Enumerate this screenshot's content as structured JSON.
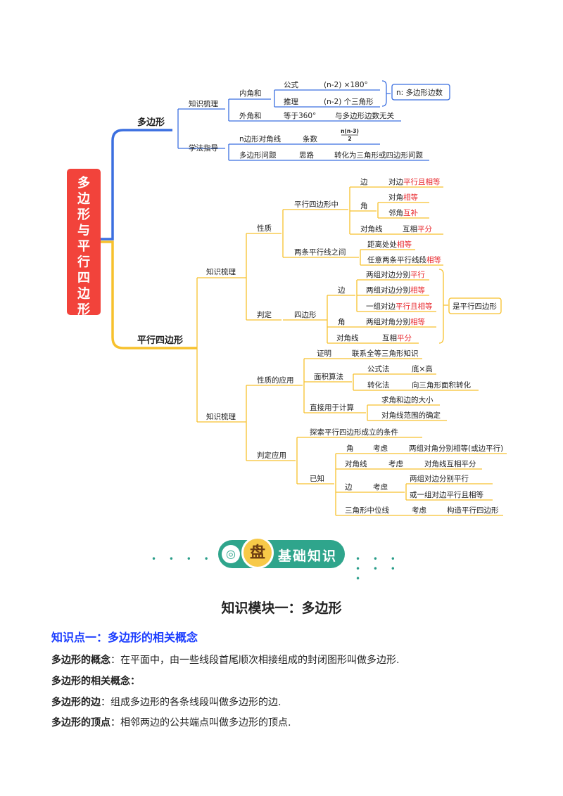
{
  "mindmap": {
    "root": "多边形与平行四边形",
    "polygon": {
      "title": "多边形",
      "knowledge": "知识梳理",
      "interior": "内角和",
      "formula": "公式",
      "formula_value": "(n-2) ×180°",
      "derive": "推理",
      "derive_value": "(n-2) 个三角形",
      "n_note": "n: 多边形边数",
      "exterior": "外角和",
      "exterior_eq": "等于360°",
      "exterior_note": "与多边形边数无关",
      "method": "学法指导",
      "diag": "n边形对角线",
      "count": "条数",
      "frac_num": "n(n-3)",
      "frac_den": "2",
      "problem": "多边形问题",
      "idea": "思路",
      "idea_value": "转化为三角形或四边形问题"
    },
    "parallelogram": {
      "title": "平行四边形",
      "knowledge1": "知识梳理",
      "property": "性质",
      "in_pg": "平行四边形中",
      "side": "边",
      "side_val_a": "对边",
      "side_val_b": "平行且",
      "side_val_c": "相等",
      "angle": "角",
      "opp_angle_a": "对角",
      "opp_angle_b": "相等",
      "adj_angle_a": "邻角",
      "adj_angle_b": "互补",
      "diagonal": "对角线",
      "diag_val_a": "互相",
      "diag_val_b": "平分",
      "between": "两条平行线之间",
      "dist_a": "距离处处",
      "dist_b": "相等",
      "seg_a": "任意两条平行线段",
      "seg_b": "相等",
      "judge": "判定",
      "quad": "四边形",
      "j_side": "边",
      "j1_a": "两组对边分别",
      "j1_b": "平行",
      "j2_a": "两组对边分别",
      "j2_b": "相等",
      "j3_a": "一组对边",
      "j3_b": "平行且",
      "j3_c": "相等",
      "j_angle": "角",
      "j4_a": "两组对角分别",
      "j4_b": "相等",
      "j_diag": "对角线",
      "j5_a": "互相",
      "j5_b": "平分",
      "is_pg": "是平行四边形",
      "knowledge2": "知识梳理",
      "apply": "性质的应用",
      "proof": "证明",
      "proof_val": "联系全等三角形知识",
      "area": "面积算法",
      "area_formula": "公式法",
      "area_formula_val": "底×高",
      "area_convert": "转化法",
      "area_convert_val": "向三角形面积转化",
      "calc": "直接用于计算",
      "calc_a": "求角和边的大小",
      "calc_b": "对角线范围的确定",
      "judge_apply": "判定应用",
      "explore": "探索平行四边形成立的条件",
      "known": "已知",
      "k_angle": "角",
      "consider": "考虑",
      "k_angle_val": "两组对角分别相等(或边平行)",
      "k_diag": "对角线",
      "k_diag_val": "对角线互相平分",
      "k_side": "边",
      "k_side_a": "两组对边分别平行",
      "k_side_b": "或一组对边平行且相等",
      "k_mid": "三角形中位线",
      "k_mid_val": "构造平行四边形"
    }
  },
  "banner": {
    "target_icon": "◎",
    "badge": "盘",
    "text": "基础知识",
    "dots_left": "• • • • • • •",
    "dots_right": "• • • • • • •"
  },
  "content": {
    "module_title": "知识模块一：多边形",
    "kp_title": "知识点一：多边形的相关概念",
    "p1_label": "多边形的概念",
    "p1_text": "：在平面中，由一些线段首尾顺次相接组成的封闭图形叫做多边形.",
    "p2_label": "多边形的相关概念：",
    "p3_label": "多边形的边",
    "p3_text": "：组成多边形的各条线段叫做多边形的边.",
    "p4_label": "多边形的顶点",
    "p4_text": "：相邻两边的公共端点叫做多边形的顶点."
  },
  "colors": {
    "root_bg": "#f2433b",
    "blue_branch": "#3b6fe0",
    "yellow": "#f7c12d",
    "red_text": "#e8262b",
    "blue_title": "#1a3cff",
    "banner_green": "#2fa58c"
  }
}
